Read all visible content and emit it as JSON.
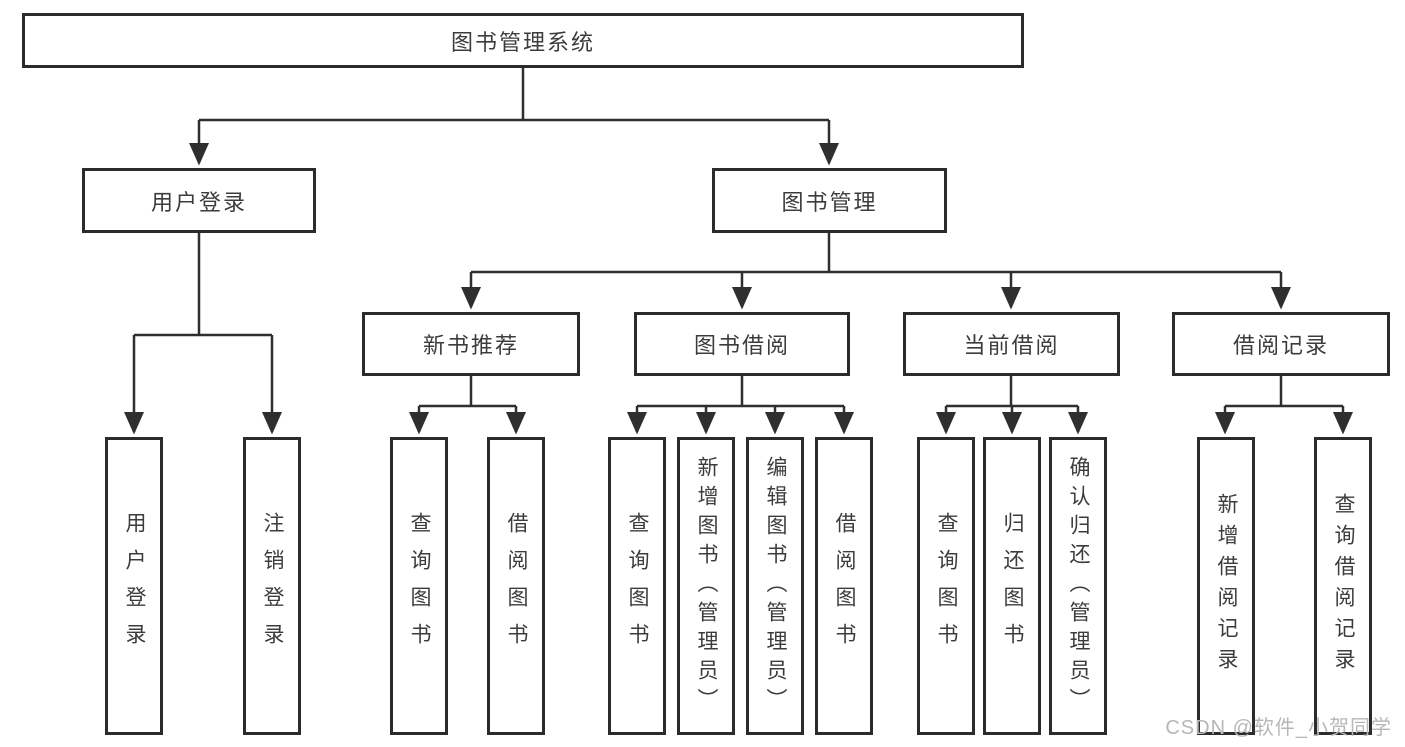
{
  "diagram": {
    "title": "图书管理系统",
    "nodes": {
      "root": "图书管理系统",
      "user_login": "用户登录",
      "book_mgmt": "图书管理",
      "ul_login": "用户登录",
      "ul_logout": "注销登录",
      "new_book_rec": "新书推荐",
      "book_borrow": "图书借阅",
      "current_borrow": "当前借阅",
      "borrow_record": "借阅记录",
      "nbr_query": "查询图书",
      "nbr_borrow": "借阅图书",
      "bb_query": "查询图书",
      "bb_add": "新增图书（管理员）",
      "bb_edit": "编辑图书（管理员）",
      "bb_borrow": "借阅图书",
      "cb_query": "查询图书",
      "cb_return": "归还图书",
      "cb_confirm": "确认归还（管理员）",
      "br_add": "新增借阅记录",
      "br_query": "查询借阅记录"
    },
    "line_color": "#2f2f2f"
  },
  "watermark": "CSDN @软件_小贺同学"
}
